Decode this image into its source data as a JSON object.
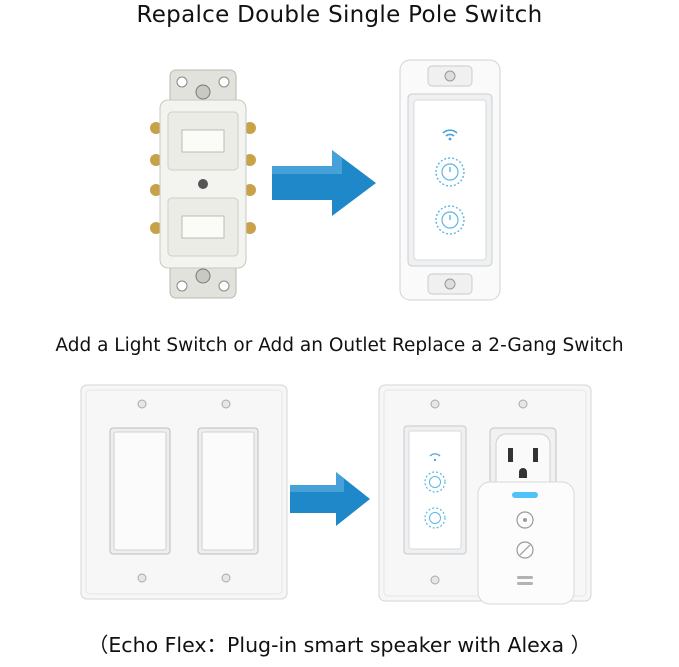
{
  "title": "Repalce Double Single Pole Switch",
  "subtitle": "Add a Light Switch or Add an Outlet Replace a 2-Gang Switch",
  "caption": "（Echo Flex：Plug-in smart speaker with Alexa ）",
  "icons": [
    "toggle-switch",
    "arrow-right",
    "smart-switch",
    "wifi",
    "power",
    "outlet",
    "echo-flex"
  ],
  "colors": {
    "arrow": "#1e88c8",
    "accent_blue": "#4fc3f7",
    "plate": "#f6f6f6",
    "outline": "#cfcfcf"
  }
}
